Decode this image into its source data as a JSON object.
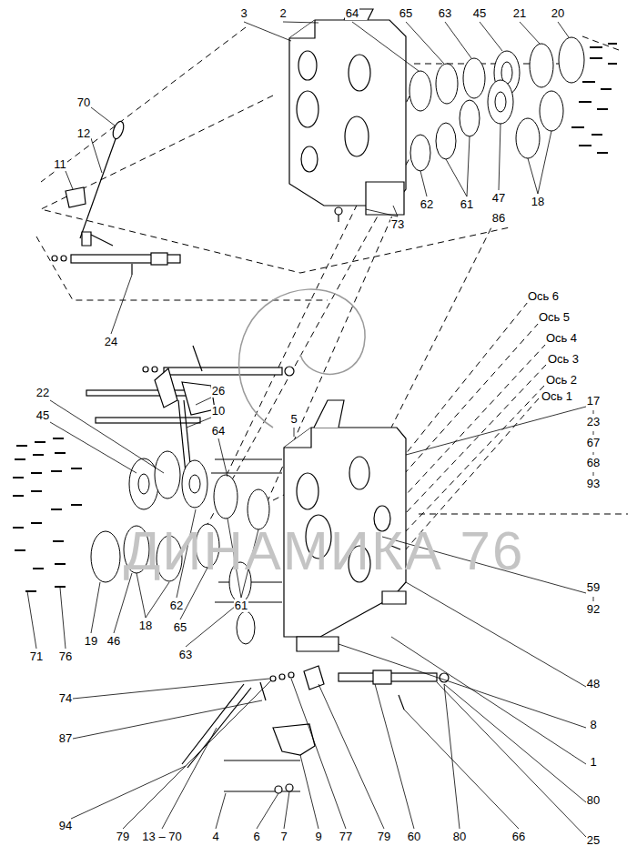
{
  "diagram": {
    "labels": [
      "3",
      "2",
      "64",
      "65",
      "63",
      "45",
      "21",
      "20",
      "70",
      "12",
      "11",
      "62",
      "61",
      "18",
      "47",
      "86",
      "73",
      "Ось 6",
      "Ось 5",
      "Ось 4",
      "Ось 3",
      "Ось 2",
      "Ось 1",
      "24",
      "22",
      "45",
      "26",
      "10",
      "64",
      "5",
      "17",
      "23",
      "67",
      "68",
      "93",
      "ДИНАМИКА 76",
      "59",
      "92",
      "48",
      "8",
      "1",
      "80",
      "25",
      "71",
      "76",
      "19",
      "46",
      "18",
      "62",
      "65",
      "63",
      "61",
      "74",
      "87",
      "94",
      "79",
      "13 – 70",
      "4",
      "6",
      "7",
      "9",
      "77",
      "79",
      "60",
      "80",
      "66"
    ]
  }
}
